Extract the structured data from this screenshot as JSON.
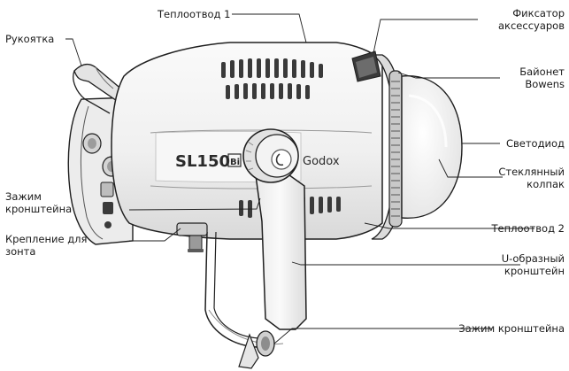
{
  "product": {
    "model_text": "SL150",
    "model_suffix": "Bi",
    "brand_text": "Godox"
  },
  "callouts": {
    "heatsink_1": "Теплоотвод 1",
    "handle": "Рукоятка",
    "accessory_lock_line1": "Фиксатор",
    "accessory_lock_line2": "аксессуаров",
    "bowens_line1": "Байонет",
    "bowens_line2": "Bowens",
    "led": "Светодиод",
    "bracket_clamp_line1": "Зажим",
    "bracket_clamp_line2": "кронштейна",
    "glass_line1": "Стеклянный",
    "glass_line2": "колпак",
    "heatsink_2": "Теплоотвод 2",
    "umbrella_line1": "Крепление для",
    "umbrella_line2": "зонта",
    "ubracket_line1": "U-образный",
    "ubracket_line2": "кронштейн",
    "bracket_clamp_bottom": "Зажим кронштейна"
  },
  "colors": {
    "body": "#f4f4f4",
    "stroke": "#1f1f1f",
    "shade": "#cfcfcf",
    "dark": "#3a3a3a"
  }
}
